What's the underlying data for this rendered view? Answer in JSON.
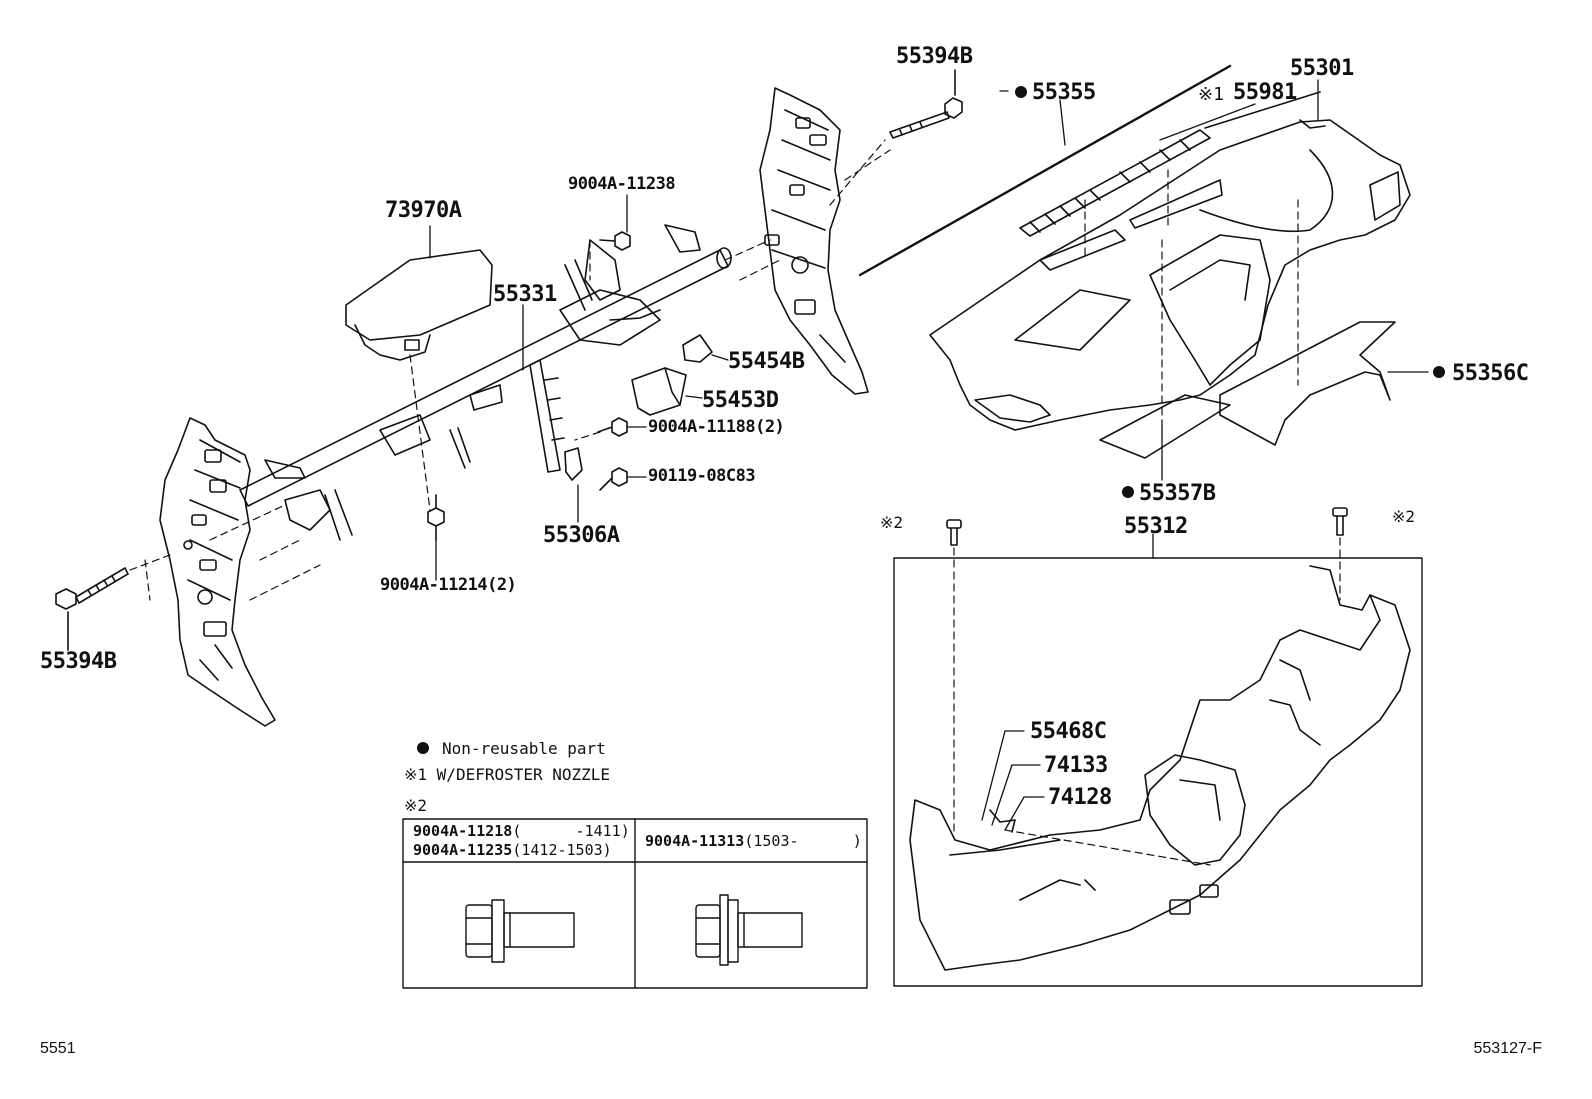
{
  "labels": {
    "p55394b_top": "55394B",
    "p55355": "55355",
    "p55981_mark": "※1",
    "p55981": "55981",
    "p55301": "55301",
    "p9004a_11238": "9004A-11238",
    "p73970a": "73970A",
    "p55331": "55331",
    "p55454b": "55454B",
    "p55453d": "55453D",
    "p9004a_11188": "9004A-11188(2)",
    "p90119": "90119-08C83",
    "p55306a": "55306A",
    "p55356c": "55356C",
    "p55357b": "55357B",
    "p9004a_11214": "9004A-11214(2)",
    "p55394b_left": "55394B",
    "p55312": "55312",
    "mark2_left": "※2",
    "mark2_right": "※2",
    "p55468c": "55468C",
    "p74133": "74133",
    "p74128": "74128"
  },
  "legend": {
    "non_reusable": "Non-reusable part",
    "note1": "※1 W/DEFROSTER NOZZLE",
    "note2": "※2"
  },
  "table": {
    "col1_line1_part": "9004A-11218",
    "col1_line1_range": "(      -1411)",
    "col1_line2_part": "9004A-11235",
    "col1_line2_range": "(1412-1503)",
    "col2_part": "9004A-11313",
    "col2_range": "(1503-      )"
  },
  "footer": {
    "left": "5551",
    "right": "553127-F"
  }
}
